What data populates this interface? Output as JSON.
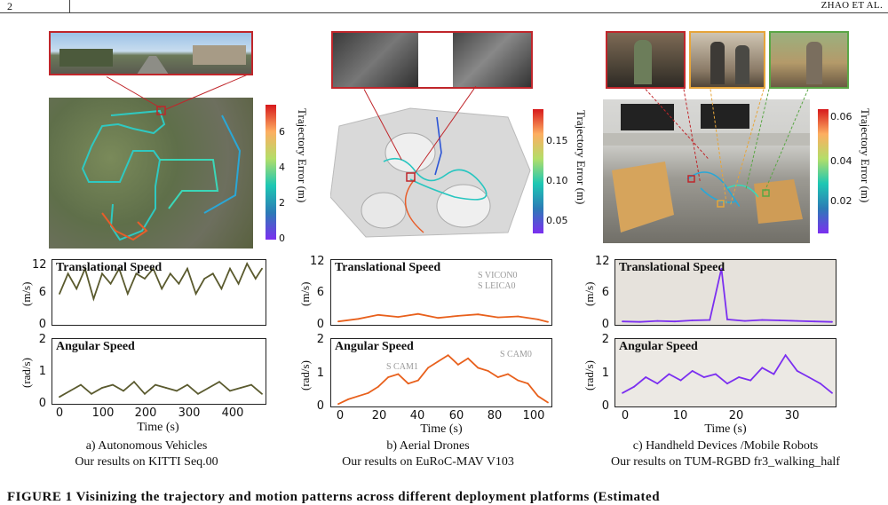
{
  "header": {
    "page_number": "2",
    "author": "ZHAO ET AL."
  },
  "panels": [
    {
      "caption_line1": "a) Autonomous Vehicles",
      "caption_line2": "Our results on KITTI Seq.00",
      "colorbar": {
        "label": "Trajectory Error (m)",
        "ticks": [
          "6",
          "4",
          "2",
          "0"
        ]
      },
      "trans_title": "Translational Speed",
      "ang_title": "Angular Speed",
      "trans_ylabel": "(m/s)",
      "ang_ylabel": "(rad/s)",
      "trans_yticks": [
        "12",
        "6",
        "0"
      ],
      "ang_yticks": [
        "2",
        "1",
        "0"
      ],
      "xticks": [
        "0",
        "100",
        "200",
        "300",
        "400"
      ],
      "xlabel": "Time (s)",
      "color": "#5a5a2e"
    },
    {
      "caption_line1": "b) Aerial Drones",
      "caption_line2": "Our results on EuRoC-MAV V103",
      "colorbar": {
        "label": "Trajectory Error (m)",
        "ticks": [
          "0.15",
          "0.10",
          "0.05"
        ]
      },
      "trans_title": "Translational Speed",
      "ang_title": "Angular Speed",
      "trans_ylabel": "(m/s)",
      "ang_ylabel": "(rad/s)",
      "trans_yticks": [
        "12",
        "6",
        "0"
      ],
      "ang_yticks": [
        "2",
        "1",
        "0"
      ],
      "xticks": [
        "0",
        "20",
        "40",
        "60",
        "80",
        "100"
      ],
      "xlabel": "Time (s)",
      "color": "#e8601c",
      "overlay_labels": [
        "S VICON0",
        "S LEICA0",
        "S CAM1",
        "S CAM0"
      ]
    },
    {
      "caption_line1": "c) Handheld Devices /Mobile Robots",
      "caption_line2": "Our results on TUM-RGBD fr3_walking_half",
      "colorbar": {
        "label": "Trajectory Error (m)",
        "ticks": [
          "0.06",
          "0.04",
          "0.02"
        ]
      },
      "trans_title": "Translational Speed",
      "ang_title": "Angular Speed",
      "trans_ylabel": "(m/s)",
      "ang_ylabel": "(rad/s)",
      "trans_yticks": [
        "12",
        "6",
        "0"
      ],
      "ang_yticks": [
        "2",
        "1",
        "0"
      ],
      "xticks": [
        "0",
        "10",
        "20",
        "30"
      ],
      "xlabel": "Time (s)",
      "color": "#7b2ff0"
    }
  ],
  "chart_data": [
    {
      "type": "line",
      "title": "Translational Speed",
      "ylabel": "(m/s)",
      "xlabel": "Time (s)",
      "xlim": [
        0,
        475
      ],
      "ylim": [
        0,
        12
      ],
      "x": [
        0,
        20,
        40,
        60,
        80,
        100,
        120,
        140,
        160,
        180,
        200,
        220,
        240,
        260,
        280,
        300,
        320,
        340,
        360,
        380,
        400,
        420,
        440,
        460,
        475
      ],
      "values": [
        6,
        10,
        7,
        11,
        5,
        10,
        8,
        11,
        6,
        10,
        9,
        11,
        7,
        10,
        8,
        11,
        6,
        9,
        10,
        7,
        11,
        8,
        12,
        9,
        11
      ]
    },
    {
      "type": "line",
      "title": "Angular Speed",
      "ylabel": "(rad/s)",
      "xlabel": "Time (s)",
      "xlim": [
        0,
        475
      ],
      "ylim": [
        0,
        2
      ],
      "x": [
        0,
        25,
        50,
        75,
        100,
        125,
        150,
        175,
        200,
        225,
        250,
        275,
        300,
        325,
        350,
        375,
        400,
        425,
        450,
        475
      ],
      "values": [
        0.2,
        0.4,
        0.6,
        0.3,
        0.5,
        0.6,
        0.4,
        0.7,
        0.3,
        0.6,
        0.5,
        0.4,
        0.6,
        0.3,
        0.5,
        0.7,
        0.4,
        0.5,
        0.6,
        0.3
      ]
    },
    {
      "type": "line",
      "title": "Translational Speed",
      "ylabel": "(m/s)",
      "xlabel": "Time (s)",
      "xlim": [
        0,
        105
      ],
      "ylim": [
        0,
        12
      ],
      "x": [
        0,
        10,
        20,
        30,
        40,
        50,
        60,
        70,
        80,
        90,
        100,
        105
      ],
      "values": [
        0.5,
        1.0,
        1.8,
        1.4,
        2.0,
        1.2,
        1.6,
        1.9,
        1.3,
        1.5,
        0.9,
        0.4
      ]
    },
    {
      "type": "line",
      "title": "Angular Speed",
      "ylabel": "(rad/s)",
      "xlabel": "Time (s)",
      "xlim": [
        0,
        105
      ],
      "ylim": [
        0,
        2
      ],
      "x": [
        0,
        5,
        10,
        15,
        20,
        25,
        30,
        35,
        40,
        45,
        50,
        55,
        60,
        65,
        70,
        75,
        80,
        85,
        90,
        95,
        100,
        105
      ],
      "values": [
        0.05,
        0.2,
        0.3,
        0.4,
        0.6,
        0.9,
        1.0,
        0.7,
        0.8,
        1.2,
        1.4,
        1.6,
        1.3,
        1.5,
        1.2,
        1.1,
        0.9,
        1.0,
        0.8,
        0.7,
        0.3,
        0.1
      ]
    },
    {
      "type": "line",
      "title": "Translational Speed",
      "ylabel": "(m/s)",
      "xlabel": "Time (s)",
      "xlim": [
        0,
        36
      ],
      "ylim": [
        0,
        12
      ],
      "x": [
        0,
        3,
        6,
        9,
        12,
        15,
        17,
        18,
        21,
        24,
        27,
        30,
        33,
        36
      ],
      "values": [
        0.5,
        0.4,
        0.6,
        0.5,
        0.7,
        0.8,
        11,
        0.9,
        0.6,
        0.8,
        0.7,
        0.6,
        0.5,
        0.4
      ]
    },
    {
      "type": "line",
      "title": "Angular Speed",
      "ylabel": "(rad/s)",
      "xlabel": "Time (s)",
      "xlim": [
        0,
        36
      ],
      "ylim": [
        0,
        2
      ],
      "x": [
        0,
        2,
        4,
        6,
        8,
        10,
        12,
        14,
        16,
        18,
        20,
        22,
        24,
        26,
        28,
        30,
        32,
        34,
        36
      ],
      "values": [
        0.4,
        0.6,
        0.9,
        0.7,
        1.0,
        0.8,
        1.1,
        0.9,
        1.0,
        0.7,
        0.9,
        0.8,
        1.2,
        1.0,
        1.6,
        1.1,
        0.9,
        0.7,
        0.4
      ]
    }
  ],
  "figure_caption": "FIGURE 1  Visinizing the trajectory and motion patterns across different deployment platforms (Estimated"
}
